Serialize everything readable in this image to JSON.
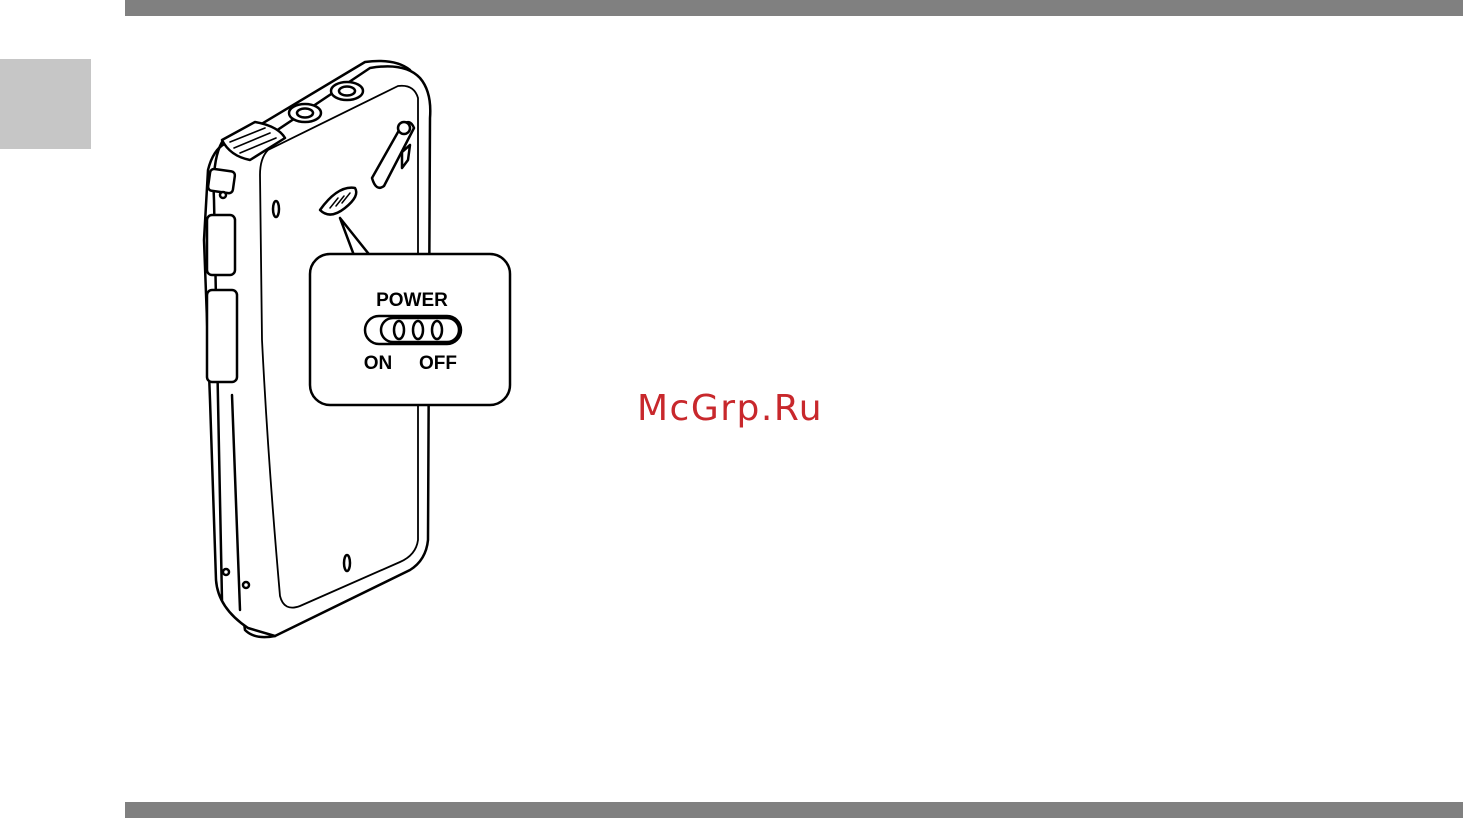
{
  "page": {
    "watermark": "McGrp.Ru"
  },
  "illustration": {
    "callout": {
      "title": "POWER",
      "left_label": "ON",
      "right_label": "OFF"
    }
  },
  "colors": {
    "bar": "#808080",
    "side_tab": "#c6c6c6",
    "watermark": "#c8282c"
  }
}
